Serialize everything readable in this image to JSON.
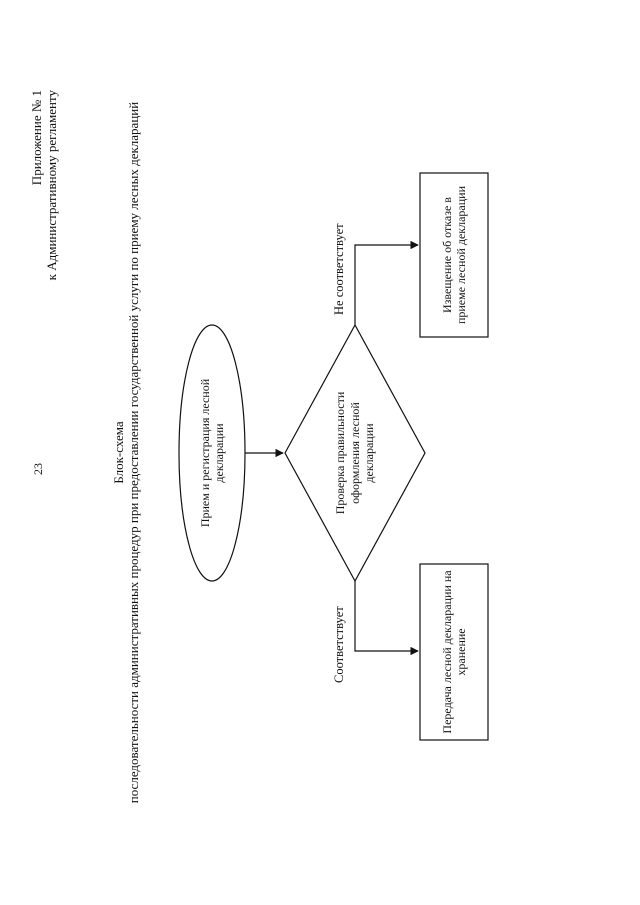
{
  "header": {
    "page_number": "23",
    "appendix_line1": "Приложение № 1",
    "appendix_line2": "к Административному регламенту"
  },
  "title": {
    "line1": "Блок-схема",
    "line2": "последовательности административных процедур при предоставлении государственной услуги по приему лесных деклараций"
  },
  "nodes": {
    "start": "Прием и регистрация лесной декларации",
    "decision": "Проверка правильности оформления лесной декларации",
    "yes_action": "Передача лесной декларации на хранение",
    "no_action": "Извещение об отказе в приеме лесной декларации"
  },
  "edges": {
    "yes_label": "Соответствует",
    "no_label": "Не соответствует"
  }
}
